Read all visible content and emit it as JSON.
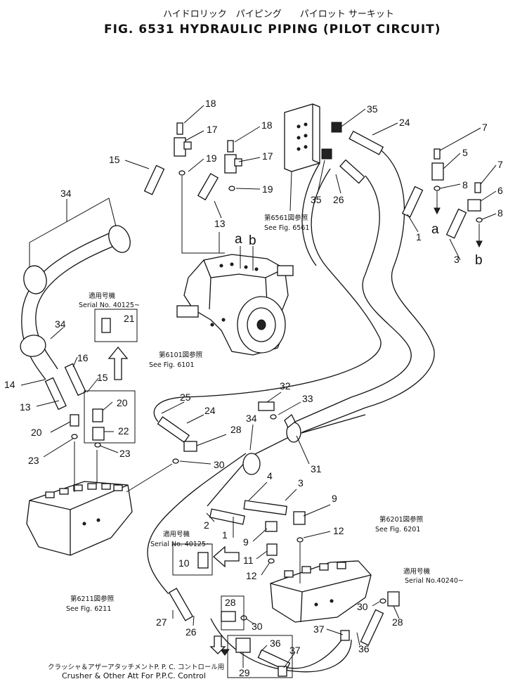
{
  "title": {
    "japanese": "ハイドロリック　パイピング　　パイロット サーキット",
    "english": "FIG. 6531  HYDRAULIC PIPING (PILOT CIRCUIT)"
  },
  "callouts": [
    {
      "id": "c18a",
      "text": "18"
    },
    {
      "id": "c17a",
      "text": "17"
    },
    {
      "id": "c18b",
      "text": "18"
    },
    {
      "id": "c17b",
      "text": "17"
    },
    {
      "id": "c19a",
      "text": "19"
    },
    {
      "id": "c19b",
      "text": "19"
    },
    {
      "id": "c15a",
      "text": "15"
    },
    {
      "id": "c13a",
      "text": "13"
    },
    {
      "id": "c34a",
      "text": "34"
    },
    {
      "id": "c34b",
      "text": "34"
    },
    {
      "id": "c35a",
      "text": "35"
    },
    {
      "id": "c35b",
      "text": "35"
    },
    {
      "id": "c24a",
      "text": "24"
    },
    {
      "id": "c26a",
      "text": "26"
    },
    {
      "id": "c7a",
      "text": "7"
    },
    {
      "id": "c5a",
      "text": "5"
    },
    {
      "id": "c8a",
      "text": "8"
    },
    {
      "id": "c7b",
      "text": "7"
    },
    {
      "id": "c6a",
      "text": "6"
    },
    {
      "id": "c8b",
      "text": "8"
    },
    {
      "id": "c1a",
      "text": "1"
    },
    {
      "id": "c3a",
      "text": "3"
    },
    {
      "id": "c21a",
      "text": "21"
    },
    {
      "id": "c16a",
      "text": "16"
    },
    {
      "id": "c15b",
      "text": "15"
    },
    {
      "id": "c14a",
      "text": "14"
    },
    {
      "id": "c13b",
      "text": "13"
    },
    {
      "id": "c20a",
      "text": "20"
    },
    {
      "id": "c20b",
      "text": "20"
    },
    {
      "id": "c22a",
      "text": "22"
    },
    {
      "id": "c23a",
      "text": "23"
    },
    {
      "id": "c23b",
      "text": "23"
    },
    {
      "id": "c25a",
      "text": "25"
    },
    {
      "id": "c24b",
      "text": "24"
    },
    {
      "id": "c28a",
      "text": "28"
    },
    {
      "id": "c30a",
      "text": "30"
    },
    {
      "id": "c32a",
      "text": "32"
    },
    {
      "id": "c33a",
      "text": "33"
    },
    {
      "id": "c34c",
      "text": "34"
    },
    {
      "id": "c31a",
      "text": "31"
    },
    {
      "id": "c4a",
      "text": "4"
    },
    {
      "id": "c3b",
      "text": "3"
    },
    {
      "id": "c9a",
      "text": "9"
    },
    {
      "id": "c2a",
      "text": "2"
    },
    {
      "id": "c1b",
      "text": "1"
    },
    {
      "id": "c9b",
      "text": "9"
    },
    {
      "id": "c12a",
      "text": "12"
    },
    {
      "id": "c11a",
      "text": "11"
    },
    {
      "id": "c12b",
      "text": "12"
    },
    {
      "id": "c10a",
      "text": "10"
    },
    {
      "id": "c27a",
      "text": "27"
    },
    {
      "id": "c26b",
      "text": "26"
    },
    {
      "id": "c28b",
      "text": "28"
    },
    {
      "id": "c30b",
      "text": "30"
    },
    {
      "id": "c30c",
      "text": "30"
    },
    {
      "id": "c28c",
      "text": "28"
    },
    {
      "id": "c37a",
      "text": "37"
    },
    {
      "id": "c36a",
      "text": "36"
    },
    {
      "id": "c36b",
      "text": "36"
    },
    {
      "id": "c37b",
      "text": "37"
    },
    {
      "id": "c29a",
      "text": "29"
    }
  ],
  "letters": [
    {
      "id": "la1",
      "text": "a"
    },
    {
      "id": "lb1",
      "text": "b"
    },
    {
      "id": "la2",
      "text": "a"
    },
    {
      "id": "lb2",
      "text": "b"
    }
  ],
  "references": [
    {
      "id": "r6561",
      "jp": "第6561図参照",
      "en": "See Fig. 6561"
    },
    {
      "id": "r6101",
      "jp": "第6101図参照",
      "en": "See Fig. 6101"
    },
    {
      "id": "r6211",
      "jp": "第6211図参照",
      "en": "See Fig. 6211"
    },
    {
      "id": "r6201",
      "jp": "第6201図参照",
      "en": "See Fig. 6201"
    }
  ],
  "serials": [
    {
      "id": "s1",
      "jp": "適用号機",
      "en": "Serial No. 40125~"
    },
    {
      "id": "s2",
      "jp": "適用号機",
      "en": "Serial No. 40125~"
    },
    {
      "id": "s3",
      "jp": "適用号機",
      "en": "Serial No.40240~"
    }
  ],
  "bottom_note": {
    "jp": "クラッシャ＆アザーアタッチメントP. P. C. コントロール用",
    "en": "Crusher & Other Att For P.P.C. Control"
  },
  "icons": [
    "down-arrow-icon",
    "left-arrow-icon",
    "up-arrow-icon",
    "hose-icon",
    "fitting-icon",
    "elbow-icon",
    "clamp-icon",
    "valve-icon"
  ]
}
